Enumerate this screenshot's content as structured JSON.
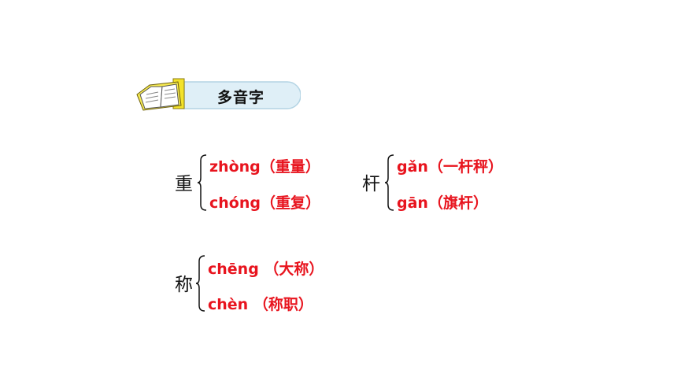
{
  "header": {
    "title": "多音字",
    "icon": "open-book-icon"
  },
  "colors": {
    "reading": "#e8141e",
    "text": "#111111",
    "bar": "#dfeff7"
  },
  "groups": [
    {
      "char": "重",
      "readings": [
        "zhòng（重量）",
        "chóng（重复）"
      ]
    },
    {
      "char": "杆",
      "readings": [
        "gǎn（一杆秤）",
        "gān（旗杆）"
      ]
    },
    {
      "char": "称",
      "readings": [
        "chēng （大称）",
        "chèn （称职）"
      ]
    }
  ]
}
